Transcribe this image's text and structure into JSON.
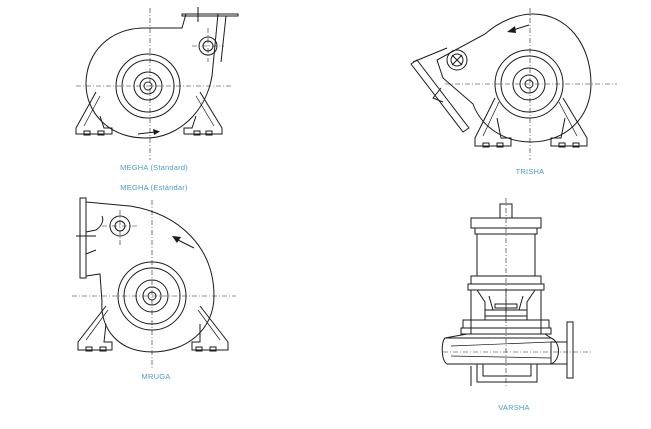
{
  "colors": {
    "caption": "#4a9ec4",
    "line": "#1a1a1a"
  },
  "figures": [
    {
      "id": "megha",
      "captions": [
        "MEGHA (Standard)",
        "MEGHA (Estándar)"
      ]
    },
    {
      "id": "trisha",
      "captions": [
        "TRISHA"
      ]
    },
    {
      "id": "mruga",
      "captions": [
        "MRUGA"
      ]
    },
    {
      "id": "varsha",
      "captions": [
        "VARSHA"
      ]
    }
  ]
}
